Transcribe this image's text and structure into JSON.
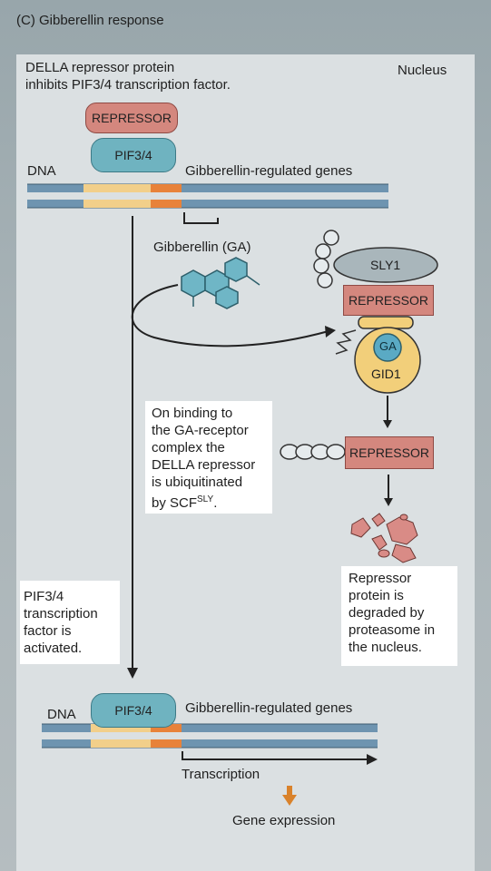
{
  "panel_title": "(C) Gibberellin response",
  "intro_text_line1": "DELLA repressor protein",
  "intro_text_line2": "inhibits PIF3/4 transcription factor.",
  "nucleus_label": "Nucleus",
  "top": {
    "repressor_label": "REPRESSOR",
    "pif_label": "PIF3/4",
    "dna_label": "DNA",
    "genes_label": "Gibberellin-regulated genes"
  },
  "gibberellin_label": "Gibberellin (GA)",
  "complex": {
    "sly1_label": "SLY1",
    "repressor_label": "REPRESSOR",
    "ga_label": "GA",
    "gid1_label": "GID1"
  },
  "ubiquitinated_repressor_label": "REPRESSOR",
  "binding_note": {
    "line1": "On binding to",
    "line2": "the GA-receptor",
    "line3": "complex the",
    "line4": "DELLA repressor",
    "line5": "is ubiquitinated",
    "line6_prefix": "by SCF",
    "line6_superscript": "SLY",
    "line6_suffix": "."
  },
  "pif_activated_note": {
    "line1": "PIF3/4",
    "line2": "transcription",
    "line3": "factor is",
    "line4": "activated."
  },
  "degraded_note": {
    "line1": "Repressor",
    "line2": "protein is",
    "line3": "degraded by",
    "line4": "proteasome in",
    "line5": "the nucleus."
  },
  "bottom": {
    "dna_label": "DNA",
    "pif_label": "PIF3/4",
    "genes_label": "Gibberellin-regulated genes",
    "transcription_label": "Transcription",
    "gene_expression_label": "Gene expression"
  },
  "colors": {
    "repressor_fill": "#d4877e",
    "pif_fill": "#6fb3c0",
    "dna_blue": "#6e94b0",
    "dna_yellow": "#f2cf8a",
    "dna_orange": "#e8823a",
    "gid1_fill": "#f2cf7a",
    "ga_fill": "#5aaac4",
    "sly1_fill": "#a9b6bb",
    "arrow_orange": "#d9822b"
  }
}
